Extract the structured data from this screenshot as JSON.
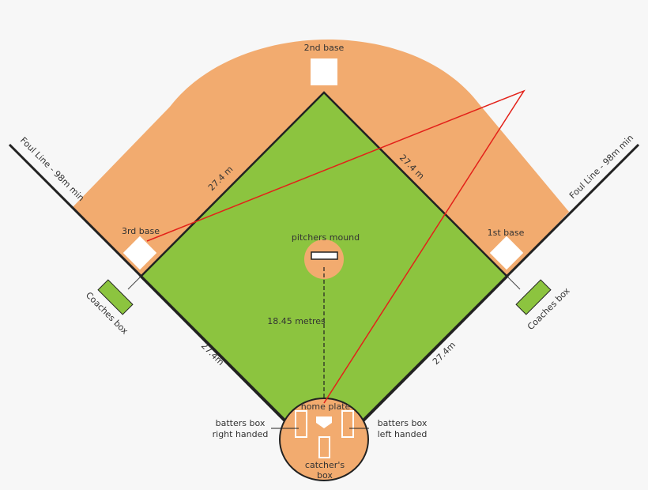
{
  "colors": {
    "infield_grass": "#8cc43f",
    "dirt": "#f2ab6f",
    "lines": "#222222",
    "red_line": "#e32119",
    "background": "#f7f7f7"
  },
  "labels": {
    "second_base": "2nd base",
    "third_base": "3rd base",
    "first_base": "1st base",
    "pitchers_mound": "pitchers mound",
    "mound_distance": "18.45 metres",
    "home_plate": "home plate",
    "batters_box_right_1": "batters box",
    "batters_box_right_2": "right handed",
    "batters_box_left_1": "batters box",
    "batters_box_left_2": "left handed",
    "catchers_box_1": "catcher's",
    "catchers_box_2": "box",
    "foul_line_left": "Foul Line - 98m min",
    "foul_line_right": "Foul Line - 98m min",
    "coaches_box_left": "Coaches box",
    "coaches_box_right": "Coaches box",
    "dist_top_left": "27.4 m",
    "dist_top_right": "27.4 m",
    "dist_bottom_left": "27.4m",
    "dist_bottom_right": "27.4m"
  }
}
